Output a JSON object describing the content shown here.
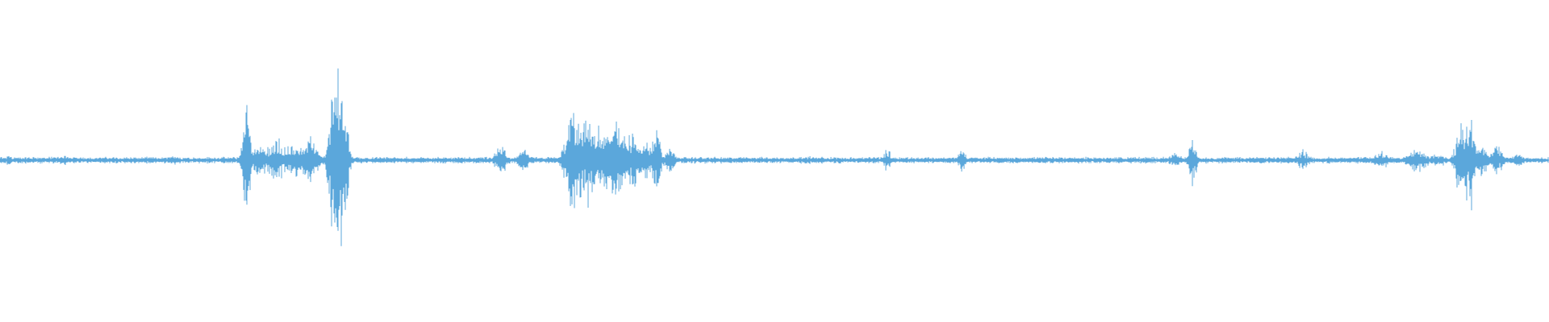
{
  "waveform": {
    "color": "#5ba7db",
    "baseline_amplitude": 0.008,
    "bursts": [
      {
        "t": 0.006,
        "amp": 0.02,
        "width": 0.002
      },
      {
        "t": 0.041,
        "amp": 0.025,
        "width": 0.002
      },
      {
        "t": 0.113,
        "amp": 0.02,
        "width": 0.002
      },
      {
        "t": 0.159,
        "amp": 0.22,
        "width": 0.002
      },
      {
        "t": 0.168,
        "amp": 0.06,
        "width": 0.004
      },
      {
        "t": 0.179,
        "amp": 0.08,
        "width": 0.006
      },
      {
        "t": 0.19,
        "amp": 0.06,
        "width": 0.006
      },
      {
        "t": 0.2,
        "amp": 0.08,
        "width": 0.005
      },
      {
        "t": 0.216,
        "amp": 0.3,
        "width": 0.003
      },
      {
        "t": 0.22,
        "amp": 0.36,
        "width": 0.003
      },
      {
        "t": 0.323,
        "amp": 0.06,
        "width": 0.003
      },
      {
        "t": 0.338,
        "amp": 0.04,
        "width": 0.003
      },
      {
        "t": 0.37,
        "amp": 0.18,
        "width": 0.004
      },
      {
        "t": 0.378,
        "amp": 0.16,
        "width": 0.006
      },
      {
        "t": 0.388,
        "amp": 0.12,
        "width": 0.006
      },
      {
        "t": 0.397,
        "amp": 0.14,
        "width": 0.006
      },
      {
        "t": 0.407,
        "amp": 0.1,
        "width": 0.006
      },
      {
        "t": 0.416,
        "amp": 0.07,
        "width": 0.005
      },
      {
        "t": 0.424,
        "amp": 0.16,
        "width": 0.002
      },
      {
        "t": 0.432,
        "amp": 0.05,
        "width": 0.003
      },
      {
        "t": 0.522,
        "amp": 0.015,
        "width": 0.003
      },
      {
        "t": 0.573,
        "amp": 0.04,
        "width": 0.002
      },
      {
        "t": 0.621,
        "amp": 0.04,
        "width": 0.002
      },
      {
        "t": 0.759,
        "amp": 0.03,
        "width": 0.003
      },
      {
        "t": 0.77,
        "amp": 0.09,
        "width": 0.002
      },
      {
        "t": 0.841,
        "amp": 0.04,
        "width": 0.003
      },
      {
        "t": 0.893,
        "amp": 0.03,
        "width": 0.005
      },
      {
        "t": 0.915,
        "amp": 0.05,
        "width": 0.005
      },
      {
        "t": 0.928,
        "amp": 0.03,
        "width": 0.004
      },
      {
        "t": 0.943,
        "amp": 0.14,
        "width": 0.003
      },
      {
        "t": 0.949,
        "amp": 0.18,
        "width": 0.003
      },
      {
        "t": 0.956,
        "amp": 0.07,
        "width": 0.004
      },
      {
        "t": 0.966,
        "amp": 0.05,
        "width": 0.004
      },
      {
        "t": 0.98,
        "amp": 0.02,
        "width": 0.004
      }
    ]
  }
}
